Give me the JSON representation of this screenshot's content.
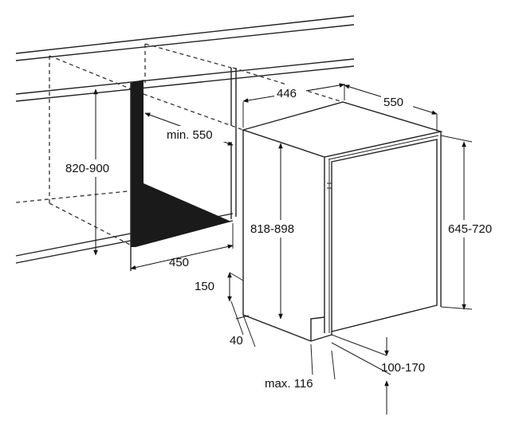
{
  "diagram": {
    "labels": {
      "width_opening": "446",
      "depth_appliance": "550",
      "min_depth": "min. 550",
      "niche_height": "820-900",
      "appliance_height": "818-898",
      "door_height": "645-720",
      "niche_width": "450",
      "plinth_height": "150",
      "plinth_offset": "40",
      "plinth_range": "100-170",
      "max_offset": "max. 116"
    },
    "colors": {
      "line": "#222222",
      "fill_dark": "#1a1a1a",
      "background": "#ffffff"
    }
  }
}
